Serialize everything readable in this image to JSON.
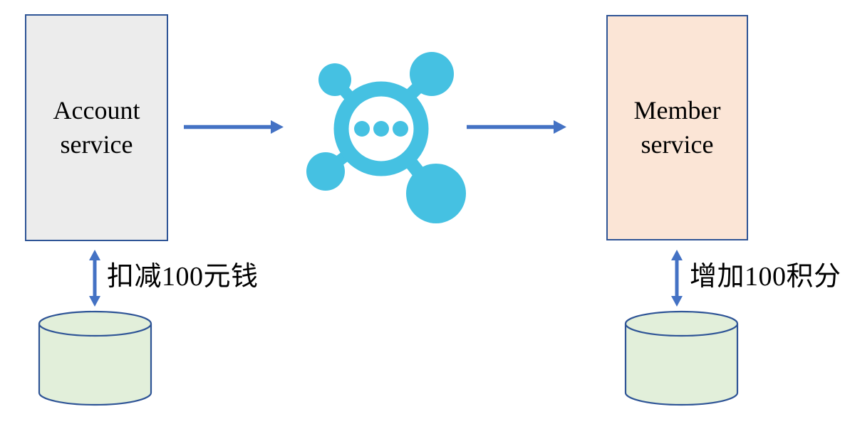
{
  "colors": {
    "background": "#ffffff",
    "box-border": "#2e5496",
    "account-fill": "#ececec",
    "member-fill": "#fbe5d6",
    "arrow": "#4472c4",
    "hub": "#45c1e2",
    "db-fill": "#e2efda",
    "db-border": "#2e5496",
    "text": "#000000"
  },
  "nodes": {
    "account_service": {
      "label": "Account service"
    },
    "member_service": {
      "label": "Member service"
    }
  },
  "icons": {
    "center": "network-hub-icon",
    "left_link": "double-headed-arrow-icon",
    "right_link": "double-headed-arrow-icon",
    "left_storage": "database-cylinder-icon",
    "right_storage": "database-cylinder-icon"
  },
  "annotations": {
    "left_db_operation": "扣减100元钱",
    "right_db_operation": "增加100积分"
  }
}
